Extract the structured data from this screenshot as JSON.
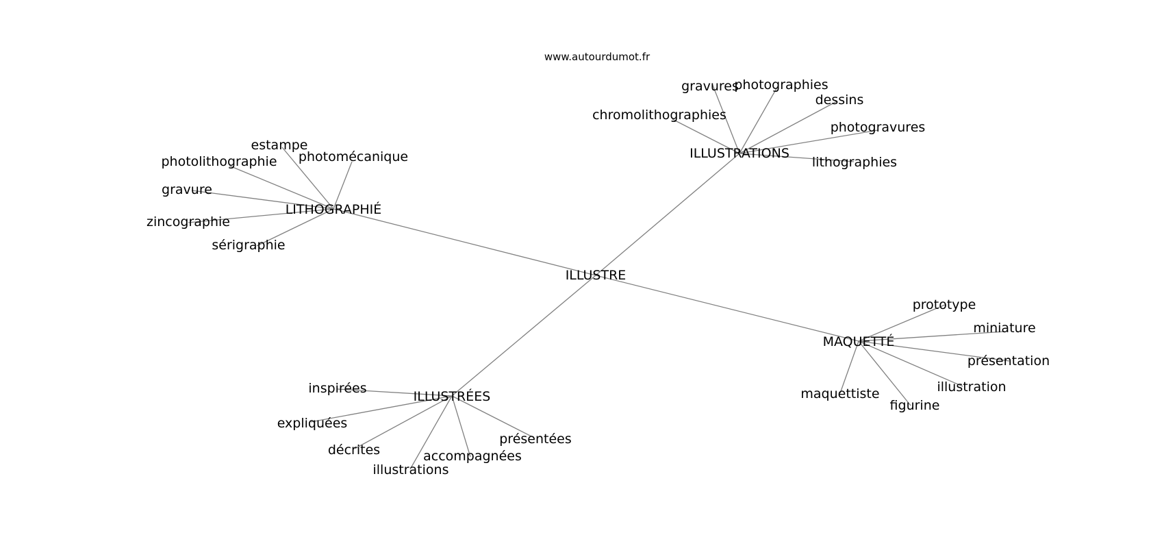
{
  "site": "www.autourdumot.fr",
  "center": "ILLUSTRE",
  "branches": [
    {
      "label": "LITHOGRAPHIÉ",
      "leaves": [
        "estampe",
        "photomécanique",
        "photolithographie",
        "gravure",
        "zincographie",
        "sérigraphie"
      ]
    },
    {
      "label": "ILLUSTRATIONS",
      "leaves": [
        "gravures",
        "photographies",
        "dessins",
        "chromolithographies",
        "photogravures",
        "lithographies"
      ]
    },
    {
      "label": "MAQUETTÉ",
      "leaves": [
        "prototype",
        "miniature",
        "présentation",
        "illustration",
        "figurine",
        "maquettiste"
      ]
    },
    {
      "label": "ILLUSTRÉES",
      "leaves": [
        "inspirées",
        "expliquées",
        "décrites",
        "illustrations",
        "accompagnées",
        "présentées"
      ]
    }
  ]
}
